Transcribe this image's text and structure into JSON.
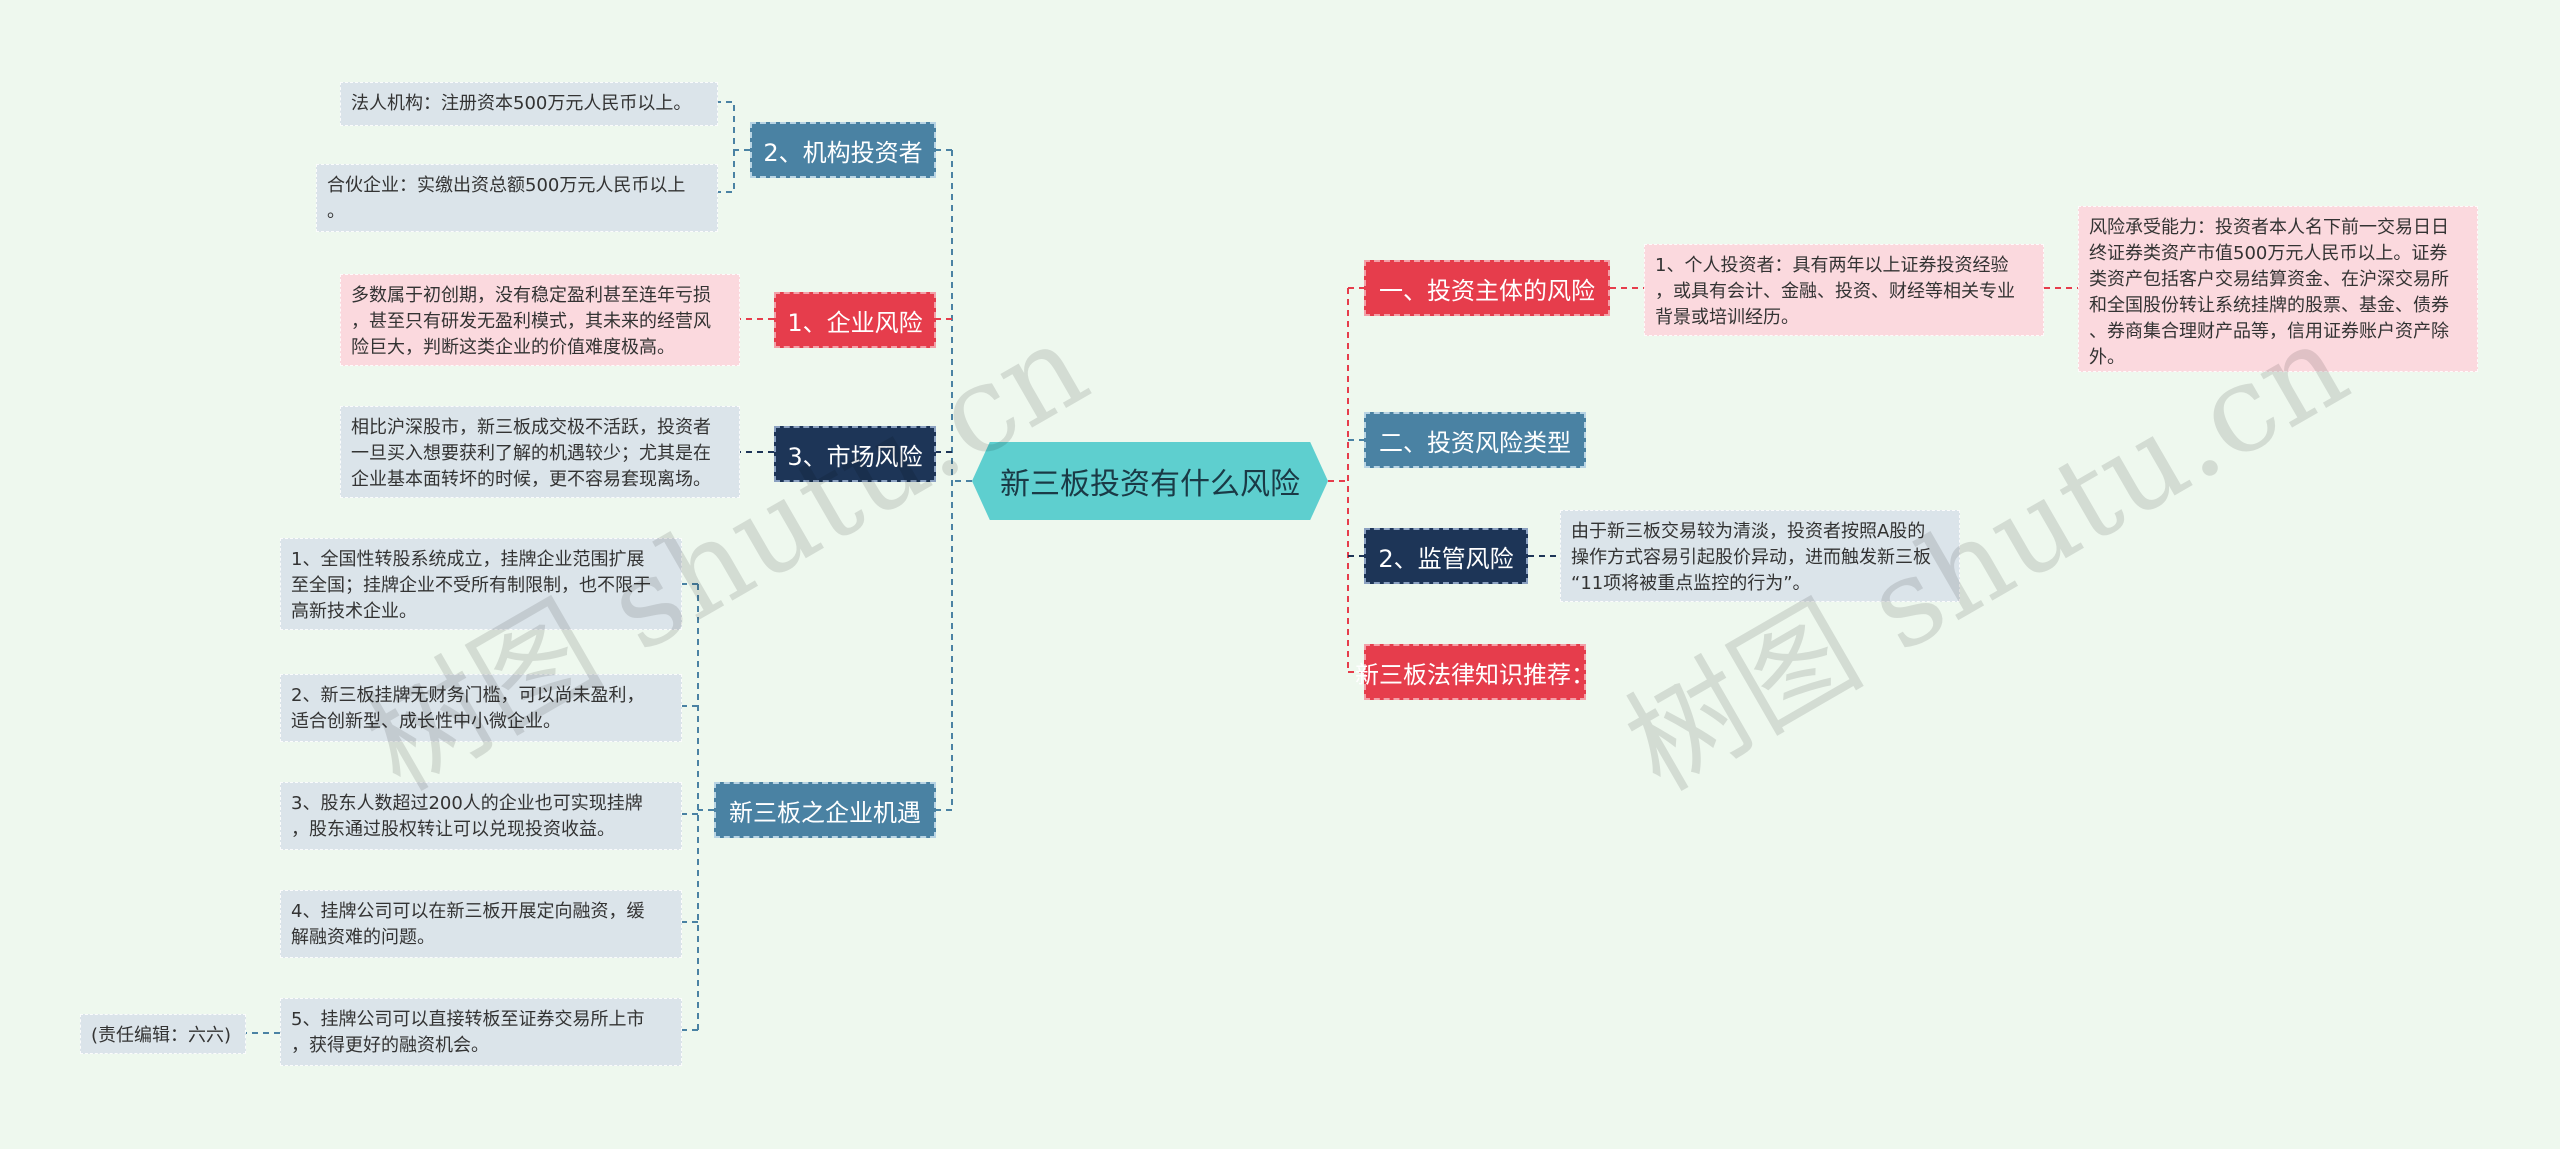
{
  "center": {
    "label": "新三板投资有什么风险"
  },
  "left": {
    "institutional": {
      "label": "2、机构投资者",
      "items": [
        "法人机构：注册资本500万元人民币以上。",
        "合伙企业：实缴出资总额500万元人民币以上\n。"
      ]
    },
    "enterprise_risk": {
      "label": "1、企业风险",
      "detail": "多数属于初创期，没有稳定盈利甚至连年亏损\n，甚至只有研发无盈利模式，其未来的经营风\n险巨大，判断这类企业的价值难度极高。"
    },
    "market_risk": {
      "label": "3、市场风险",
      "detail": "相比沪深股市，新三板成交极不活跃，投资者\n一旦买入想要获利了解的机遇较少；尤其是在\n企业基本面转坏的时候，更不容易套现离场。"
    },
    "opportunities": {
      "label": "新三板之企业机遇",
      "items": [
        "1、全国性转股系统成立，挂牌企业范围扩展\n至全国；挂牌企业不受所有制限制，也不限于\n高新技术企业。",
        "2、新三板挂牌无财务门槛，可以尚未盈利，\n适合创新型、成长性中小微企业。",
        "3、股东人数超过200人的企业也可实现挂牌\n，股东通过股权转让可以兑现投资收益。",
        "4、挂牌公司可以在新三板开展定向融资，缓\n解融资难的问题。",
        "5、挂牌公司可以直接转板至证券交易所上市\n，获得更好的融资机会。"
      ],
      "editor": "(责任编辑：六六)"
    }
  },
  "right": {
    "subject_risk": {
      "label": "一、投资主体的风险",
      "detail": "1、个人投资者：具有两年以上证券投资经验\n，或具有会计、金融、投资、财经等相关专业\n背景或培训经历。",
      "sub_detail": "风险承受能力：投资者本人名下前一交易日日\n终证券类资产市值500万元人民币以上。证券\n类资产包括客户交易结算资金、在沪深交易所\n和全国股份转让系统挂牌的股票、基金、债券\n、券商集合理财产品等，信用证券账户资产除\n外。"
    },
    "risk_types": {
      "label": "二、投资风险类型"
    },
    "regulatory_risk": {
      "label": "2、监管风险",
      "detail": "由于新三板交易较为清淡，投资者按照A股的\n操作方式容易引起股价异动，进而触发新三板\n“11项将被重点监控的行为”。"
    },
    "legal": {
      "label": "新三板法律知识推荐："
    }
  },
  "watermarks": [
    "树图 shutu.cn",
    "树图 shutu.cn"
  ],
  "colors": {
    "teal": "#4a82a3",
    "red": "#e63d4c",
    "navy": "#1d3557",
    "central": "#5ecfcf",
    "background": "#eef8ee"
  }
}
